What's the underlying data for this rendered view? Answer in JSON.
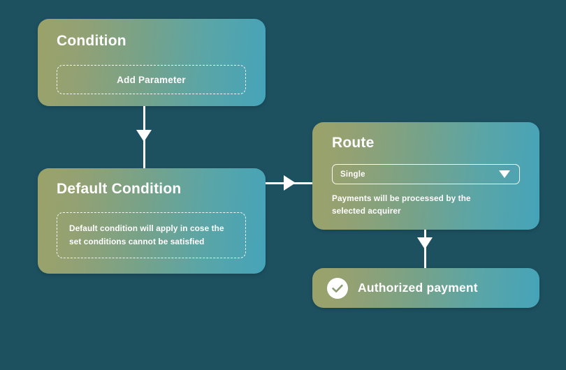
{
  "canvas": {
    "background_color": "#1d5160",
    "card_gradient_from": "#9ba269",
    "card_gradient_to": "#45a4b9",
    "connector_color": "#ffffff"
  },
  "nodes": {
    "condition": {
      "title": "Condition",
      "add_parameter_label": "Add Parameter"
    },
    "default_condition": {
      "title": "Default Condition",
      "description": "Default condition will apply in cose the set conditions cannot be satisfied"
    },
    "route": {
      "title": "Route",
      "select_value": "Single",
      "select_icon": "chevron-down-icon",
      "help_text": "Payments will be processed by the selected acquirer"
    },
    "authorized_payment": {
      "label": "Authorized payment",
      "icon": "check-circle-icon"
    }
  },
  "connectors": [
    {
      "name": "condition-to-default-condition",
      "direction": "down",
      "arrow_icon": "arrow-down-icon"
    },
    {
      "name": "default-condition-to-route",
      "direction": "right",
      "arrow_icon": "arrow-right-icon"
    },
    {
      "name": "route-to-authorized-payment",
      "direction": "down",
      "arrow_icon": "arrow-down-icon"
    }
  ]
}
